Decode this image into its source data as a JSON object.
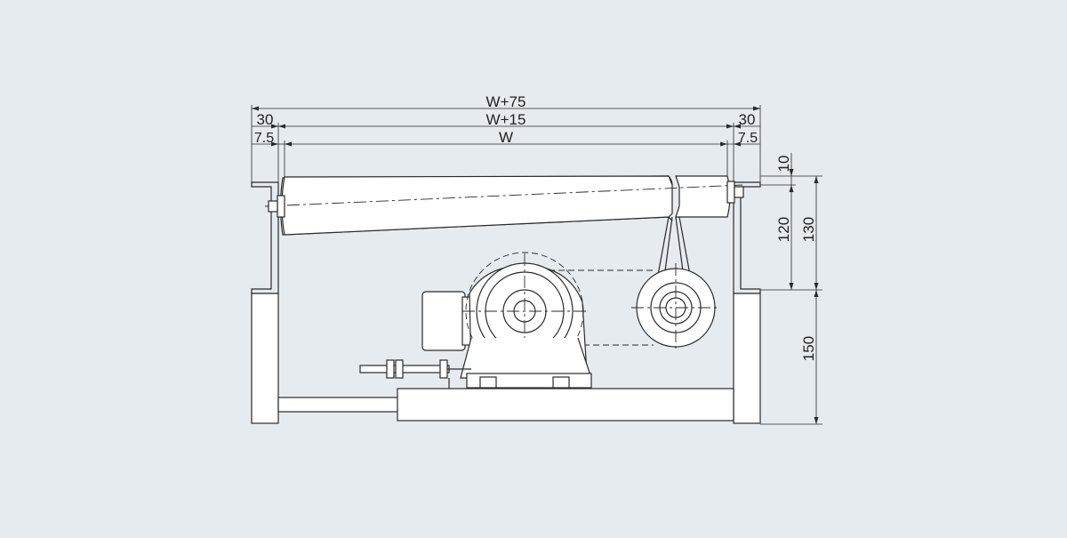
{
  "dimensions": {
    "overall_width": "W+75",
    "frame_width": "W+15",
    "roller_width": "W",
    "left_outer": "30",
    "right_outer": "30",
    "left_inner": "7.5",
    "right_inner": "7.5",
    "top_gap": "10",
    "roller_height": "120",
    "roller_to_frame": "130",
    "frame_height": "150"
  },
  "colors": {
    "background": "#e6ebef",
    "line": "#2a2a2a",
    "part_fill": "#ffffff"
  }
}
